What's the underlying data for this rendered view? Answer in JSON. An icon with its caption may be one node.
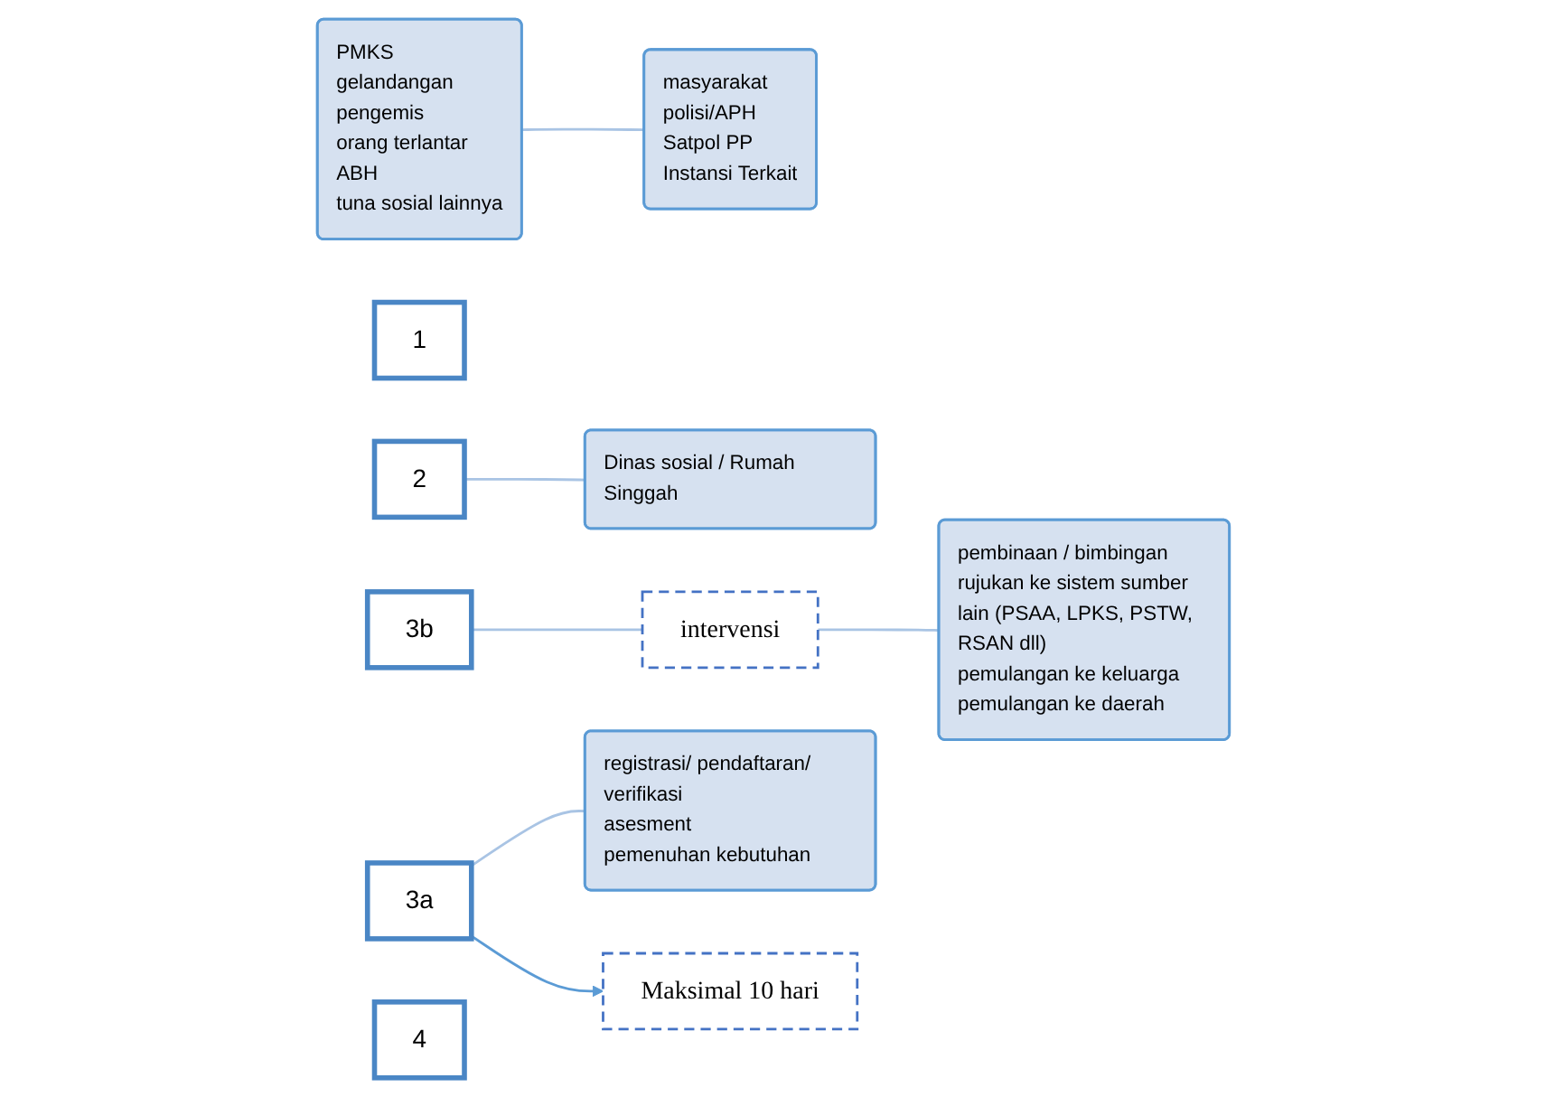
{
  "diagram": {
    "nodes": [
      {
        "text": [
          "PMKS",
          "gelandangan",
          "pengemis",
          "orang terlantar",
          "ABH",
          "tuna sosial lainnya"
        ]
      },
      {
        "text": [
          "1"
        ]
      },
      {
        "text": [
          "2"
        ]
      },
      {
        "text": [
          "masyarakat",
          "polisi/APH",
          "Satpol PP",
          "Instansi Terkait"
        ]
      },
      {
        "text": [
          "Dinas sosial / Rumah Singgah"
        ]
      },
      {
        "text": [
          "3a"
        ]
      },
      {
        "text": [
          "intervensi"
        ]
      },
      {
        "text": [
          "3b"
        ]
      },
      {
        "text": [
          "registrasi/ pendaftaran/ verifikasi",
          "asesment",
          "pemenuhan kebutuhan"
        ]
      },
      {
        "text": [
          "pembinaan / bimbingan",
          "rujukan ke sistem sumber lain (PSAA, LPKS, PSTW, RSAN dll)",
          "pemulangan ke keluarga",
          "pemulangan ke daerah"
        ]
      },
      {
        "text": [
          "4"
        ]
      },
      {
        "text": [
          "Maksimal 10 hari"
        ]
      }
    ],
    "edges": [
      {
        "from": 0,
        "to": 3,
        "arrow": "none"
      },
      {
        "from": 2,
        "to": 4,
        "arrow": "none"
      },
      {
        "from": 5,
        "to": 8,
        "arrow": "none"
      },
      {
        "from": 7,
        "to": 6,
        "arrow": "none"
      },
      {
        "from": 6,
        "to": 9,
        "arrow": "none"
      },
      {
        "from": 5,
        "to": 11,
        "arrow": "to",
        "color": "#5b9bd5"
      }
    ]
  }
}
